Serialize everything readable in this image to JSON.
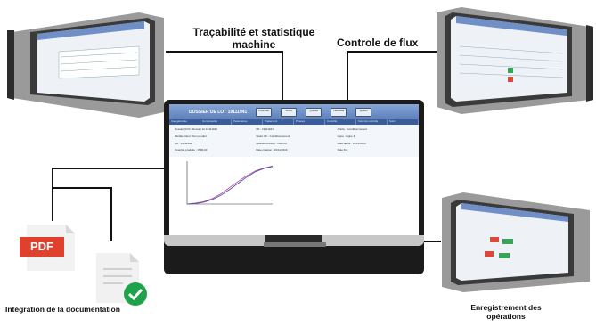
{
  "labels": {
    "tracabilite": "Traçabilité et statistique machine",
    "controle": "Controle de flux",
    "integration": "Intégration de la documentation",
    "enregistrement": "Enregistrement des opérations"
  },
  "pdf_icon": {
    "text": "PDF",
    "color": "#e0412c",
    "check_color": "#1fa34a"
  },
  "main_screen": {
    "title": "DOSSIER DE LOT 19111941",
    "buttons": [
      "Imprimer",
      "Fiche",
      "Qualité",
      "Nouvelle",
      "Quitter"
    ],
    "tabs": [
      "Vue générale",
      "Composants",
      "Paramètres",
      "Traitement",
      "Pesées",
      "Contrôle",
      "Suivi de contrôle",
      "Suivi"
    ],
    "info": [
      "Dossier OCS : Dossier lot 19111941",
      "Modèle client : Non produit",
      "Lot : 19111941",
      "Article : Conditionnement",
      "Quantité produite : 1500.00",
      "Date création : 19/11/2019",
      "OF : 19111941",
      "Statut OF : Conditionnement",
      "Quantité prévue : 1500.00",
      "Ligne : Ligne 3",
      "Date début : 19/11/2019",
      "Date fin :"
    ]
  },
  "chart_data": {
    "type": "line",
    "title": "",
    "xlabel": "",
    "ylabel": "",
    "series": [
      {
        "x": [
          0,
          1,
          2,
          3,
          4,
          5,
          6,
          7,
          8,
          9,
          10
        ],
        "values": [
          0,
          2,
          5,
          12,
          22,
          35,
          48,
          60,
          70,
          76,
          80
        ]
      },
      {
        "x": [
          0,
          1,
          2,
          3,
          4,
          5,
          6,
          7,
          8,
          9,
          10
        ],
        "values": [
          0,
          1,
          4,
          10,
          19,
          31,
          44,
          57,
          68,
          75,
          79
        ]
      }
    ],
    "ylim": [
      0,
      90
    ],
    "grid": false
  },
  "colors": {
    "accent": "#5d80bd",
    "frame": "#1b1b1b"
  }
}
